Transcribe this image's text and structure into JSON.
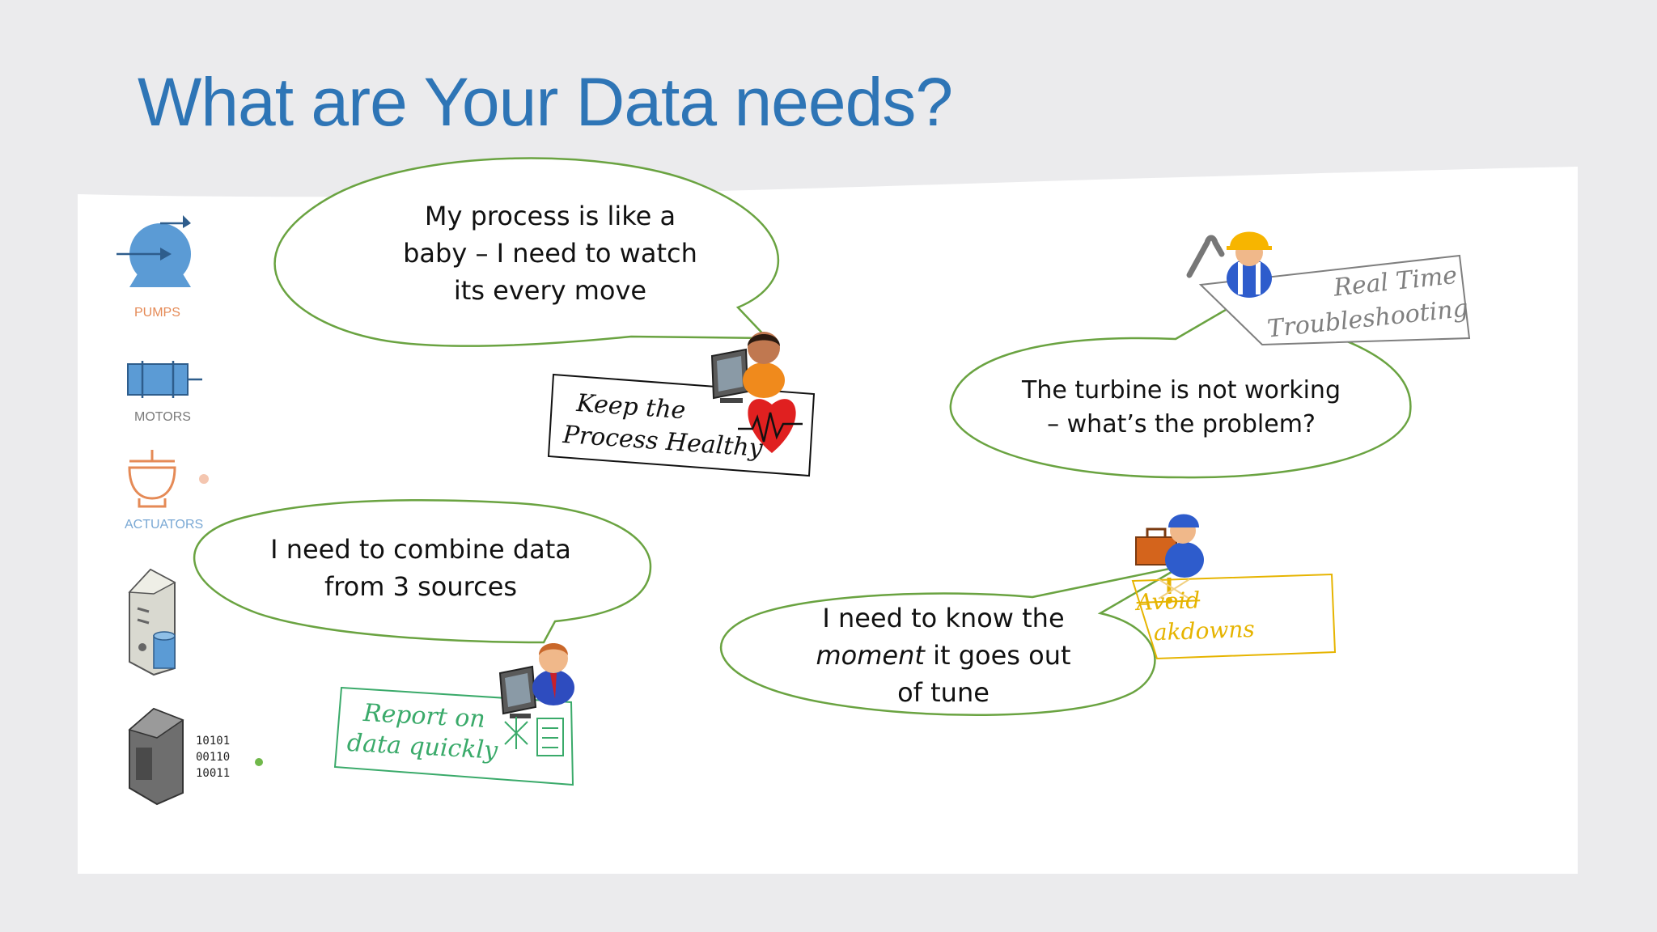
{
  "slide": {
    "title": "What are Your Data needs?",
    "bubbles": {
      "process_baby": {
        "lines": [
          "My process is like a",
          "baby – I need to watch",
          "its every move"
        ]
      },
      "turbine": {
        "lines": [
          "The turbine is not working",
          "– what’s the problem?"
        ]
      },
      "combine": {
        "lines": [
          "I need to combine data",
          "from 3 sources"
        ]
      },
      "moment": {
        "line1": "I need to know the",
        "line2_em": "moment",
        "line2_rest": " it goes out",
        "line3": "of tune"
      }
    },
    "stickers": {
      "healthy": {
        "line1": "Keep the",
        "line2": "Process Healthy",
        "color": "#111111"
      },
      "troubleshooting": {
        "line1": "Real Time",
        "line2": "Troubleshooting",
        "color": "#7f7f7f"
      },
      "report": {
        "line1": "Report on",
        "line2": "data quickly",
        "color": "#3aaa6a"
      },
      "breakdowns": {
        "line1": "Avoid",
        "line2": "akdowns",
        "color": "#e6b400"
      }
    },
    "icons": {
      "pumps": {
        "label": "PUMPS",
        "color": "#e58a56"
      },
      "motors": {
        "label": "MOTORS",
        "color": "#7a7a7a"
      },
      "actuators": {
        "label": "ACTUATORS",
        "color": "#79a8d4"
      },
      "binary": [
        "10101",
        "00110",
        "10011"
      ]
    },
    "colors": {
      "title": "#2e75b6",
      "bubble_stroke": "#6aa341",
      "diagram_blue": "#5b9bd5",
      "actuator_orange": "#e58a56"
    }
  }
}
